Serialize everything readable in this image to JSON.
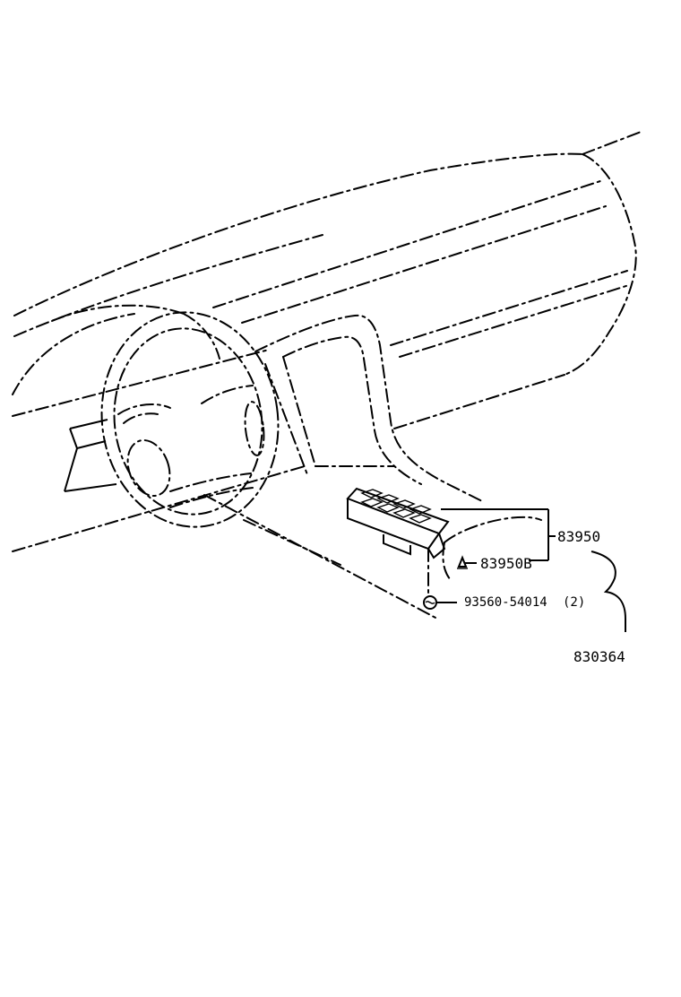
{
  "parts": {
    "assembly_number": "83950",
    "sub_part_number": "83950B",
    "fastener_number": "93560-54014",
    "fastener_qty": "(2)"
  },
  "figure_code": "830364",
  "colors": {
    "ink": "#000000",
    "background": "#ffffff"
  }
}
